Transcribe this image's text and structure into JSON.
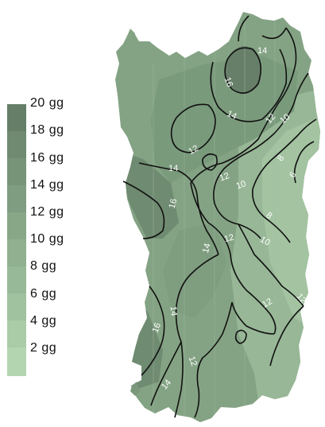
{
  "legend": {
    "unit": "gg",
    "classes": [
      {
        "label": "20  gg",
        "color": "#667e68"
      },
      {
        "label": "18  gg",
        "color": "#6f8a71"
      },
      {
        "label": "16  gg",
        "color": "#779479"
      },
      {
        "label": "14  gg",
        "color": "#7f9d80"
      },
      {
        "label": "12  gg",
        "color": "#87a787"
      },
      {
        "label": "10  gg",
        "color": "#90b08f"
      },
      {
        "label": "8  gg",
        "color": "#98b997"
      },
      {
        "label": "6  gg",
        "color": "#a1c29f"
      },
      {
        "label": "4  gg",
        "color": "#aacca7"
      },
      {
        "label": "2  gg",
        "color": "#b3d5b0"
      }
    ]
  },
  "isoline_labels": [
    "16",
    "14",
    "14",
    "12",
    "10",
    "12",
    "14",
    "12",
    "10",
    "8",
    "6",
    "16",
    "8",
    "12",
    "10",
    "14",
    "12",
    "12",
    "14",
    "16",
    "12",
    "14"
  ]
}
